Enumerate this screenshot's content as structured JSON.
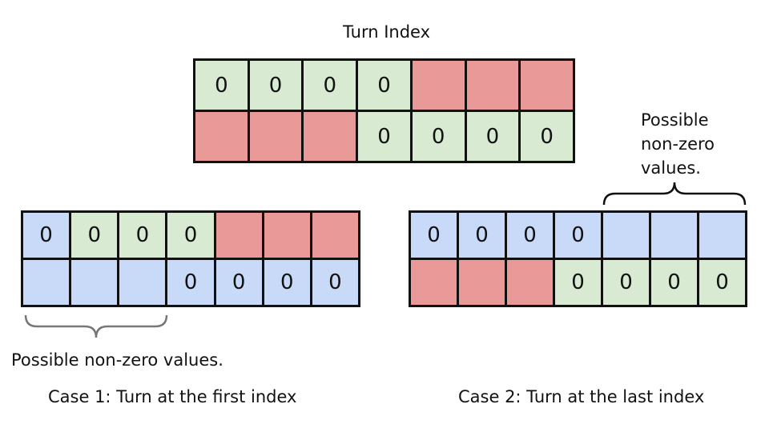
{
  "title": "Turn Index",
  "colors": {
    "green": "#d9ead3",
    "red": "#ea9999",
    "blue": "#c9daf8",
    "border": "#111111"
  },
  "top_grid": {
    "rows": [
      [
        {
          "v": "0",
          "c": "green"
        },
        {
          "v": "0",
          "c": "green"
        },
        {
          "v": "0",
          "c": "green"
        },
        {
          "v": "0",
          "c": "green"
        },
        {
          "v": "",
          "c": "red"
        },
        {
          "v": "",
          "c": "red"
        },
        {
          "v": "",
          "c": "red"
        }
      ],
      [
        {
          "v": "",
          "c": "red"
        },
        {
          "v": "",
          "c": "red"
        },
        {
          "v": "",
          "c": "red"
        },
        {
          "v": "0",
          "c": "green"
        },
        {
          "v": "0",
          "c": "green"
        },
        {
          "v": "0",
          "c": "green"
        },
        {
          "v": "0",
          "c": "green"
        }
      ]
    ]
  },
  "case1": {
    "caption": "Case 1: Turn at the first index",
    "annotation": "Possible non-zero values.",
    "rows": [
      [
        {
          "v": "0",
          "c": "blue"
        },
        {
          "v": "0",
          "c": "green"
        },
        {
          "v": "0",
          "c": "green"
        },
        {
          "v": "0",
          "c": "green"
        },
        {
          "v": "",
          "c": "red"
        },
        {
          "v": "",
          "c": "red"
        },
        {
          "v": "",
          "c": "red"
        }
      ],
      [
        {
          "v": "",
          "c": "blue"
        },
        {
          "v": "",
          "c": "blue"
        },
        {
          "v": "",
          "c": "blue"
        },
        {
          "v": "0",
          "c": "blue"
        },
        {
          "v": "0",
          "c": "blue"
        },
        {
          "v": "0",
          "c": "blue"
        },
        {
          "v": "0",
          "c": "blue"
        }
      ]
    ]
  },
  "case2": {
    "caption": "Case 2: Turn at the last index",
    "annotation_lines": [
      "Possible",
      "non-zero",
      "values."
    ],
    "rows": [
      [
        {
          "v": "0",
          "c": "blue"
        },
        {
          "v": "0",
          "c": "blue"
        },
        {
          "v": "0",
          "c": "blue"
        },
        {
          "v": "0",
          "c": "blue"
        },
        {
          "v": "",
          "c": "blue"
        },
        {
          "v": "",
          "c": "blue"
        },
        {
          "v": "",
          "c": "blue"
        }
      ],
      [
        {
          "v": "",
          "c": "red"
        },
        {
          "v": "",
          "c": "red"
        },
        {
          "v": "",
          "c": "red"
        },
        {
          "v": "0",
          "c": "green"
        },
        {
          "v": "0",
          "c": "green"
        },
        {
          "v": "0",
          "c": "green"
        },
        {
          "v": "0",
          "c": "green"
        }
      ]
    ]
  }
}
